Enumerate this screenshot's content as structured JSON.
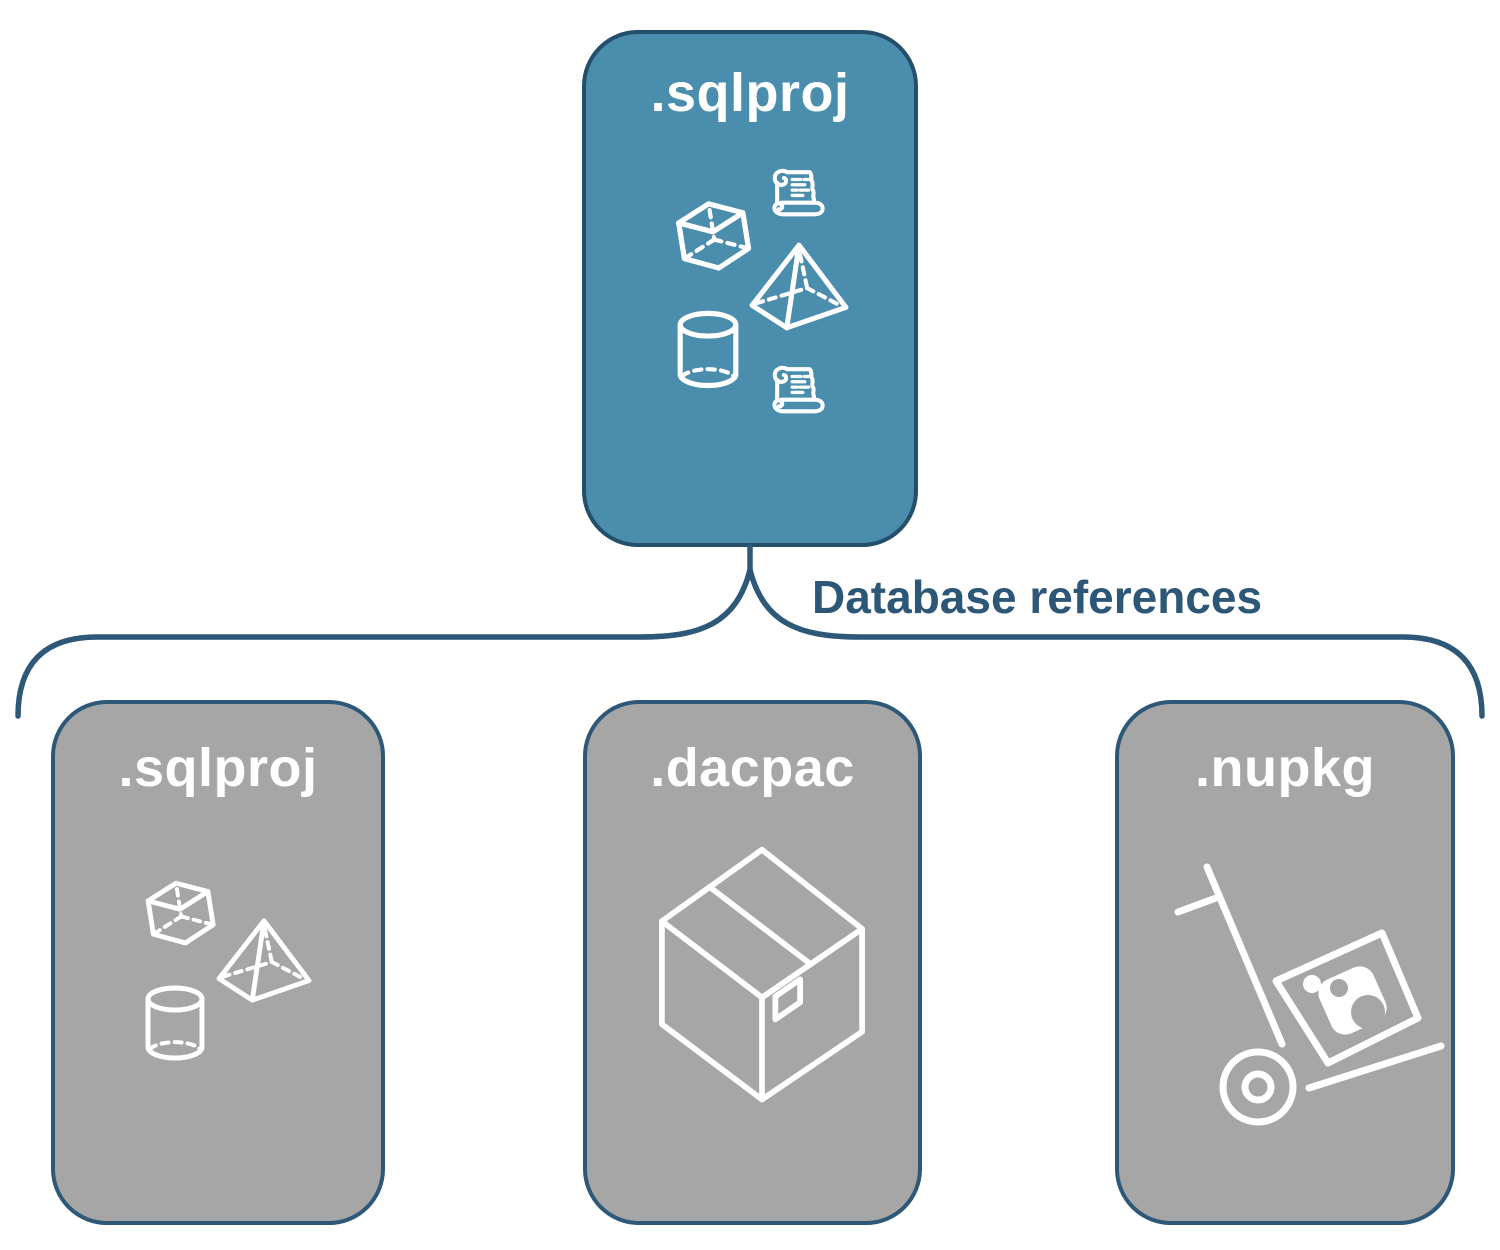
{
  "diagram": {
    "root": {
      "label": ".sqlproj",
      "icons": [
        "cube-icon",
        "scroll-icon",
        "pyramid-icon",
        "cylinder-icon",
        "scroll-icon"
      ]
    },
    "connector_label": "Database references",
    "children": [
      {
        "label": ".sqlproj",
        "icons": [
          "cube-icon",
          "pyramid-icon",
          "cylinder-icon"
        ]
      },
      {
        "label": ".dacpac",
        "icons": [
          "package-box-icon"
        ]
      },
      {
        "label": ".nupkg",
        "icons": [
          "hand-truck-package-icon"
        ]
      }
    ],
    "colors": {
      "background": "#FFFFFF",
      "root_fill": "#4A8DAC",
      "root_border": "#234F6B",
      "child_fill": "#A6A6A6",
      "child_border": "#2D5878",
      "connector": "#2D5878",
      "label_text": "#2C5777",
      "icon": "#FFFFFF"
    }
  }
}
